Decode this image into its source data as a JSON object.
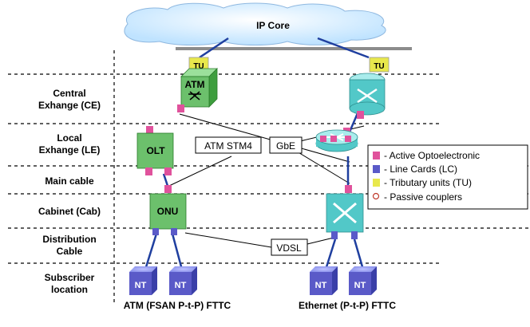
{
  "cloud": {
    "label": "IP Core"
  },
  "levels": [
    {
      "line1": "Central",
      "line2": "Exhange (CE)"
    },
    {
      "line1": "Local",
      "line2": "Exhange (LE)"
    },
    {
      "line1": "Main cable",
      "line2": ""
    },
    {
      "line1": "Cabinet (Cab)",
      "line2": ""
    },
    {
      "line1": "Distribution",
      "line2": "Cable"
    },
    {
      "line1": "Subscriber",
      "line2": "location"
    }
  ],
  "left_stack": {
    "tu": "TU",
    "atm": "ATM",
    "olt": "OLT",
    "onu": "ONU",
    "nt1": "NT",
    "nt2": "NT",
    "caption": "ATM (FSAN P-t-P) FTTC"
  },
  "right_stack": {
    "tu": "TU",
    "nt1": "NT",
    "nt2": "NT",
    "caption": "Ethernet (P-t-P) FTTC"
  },
  "link_labels": {
    "atm_stm4": "ATM STM4",
    "gbe": "GbE",
    "vdsl": "VDSL"
  },
  "legend": [
    {
      "label": "- Active Optoelectronic",
      "color": "#e0529c",
      "kind": "square"
    },
    {
      "label": "- Line Cards (LC)",
      "color": "#5a5ac8",
      "kind": "square"
    },
    {
      "label": "- Tributary units (TU)",
      "color": "#e8e84c",
      "kind": "square"
    },
    {
      "label": "- Passive couplers",
      "color": "#c0392b",
      "kind": "circle"
    }
  ],
  "colors": {
    "green": "#6cc06c",
    "teal": "#52c8c8",
    "navy": "#1f3f9f",
    "pink": "#e0529c",
    "purple": "#5a5ac8",
    "yellow": "#e8e84c"
  }
}
